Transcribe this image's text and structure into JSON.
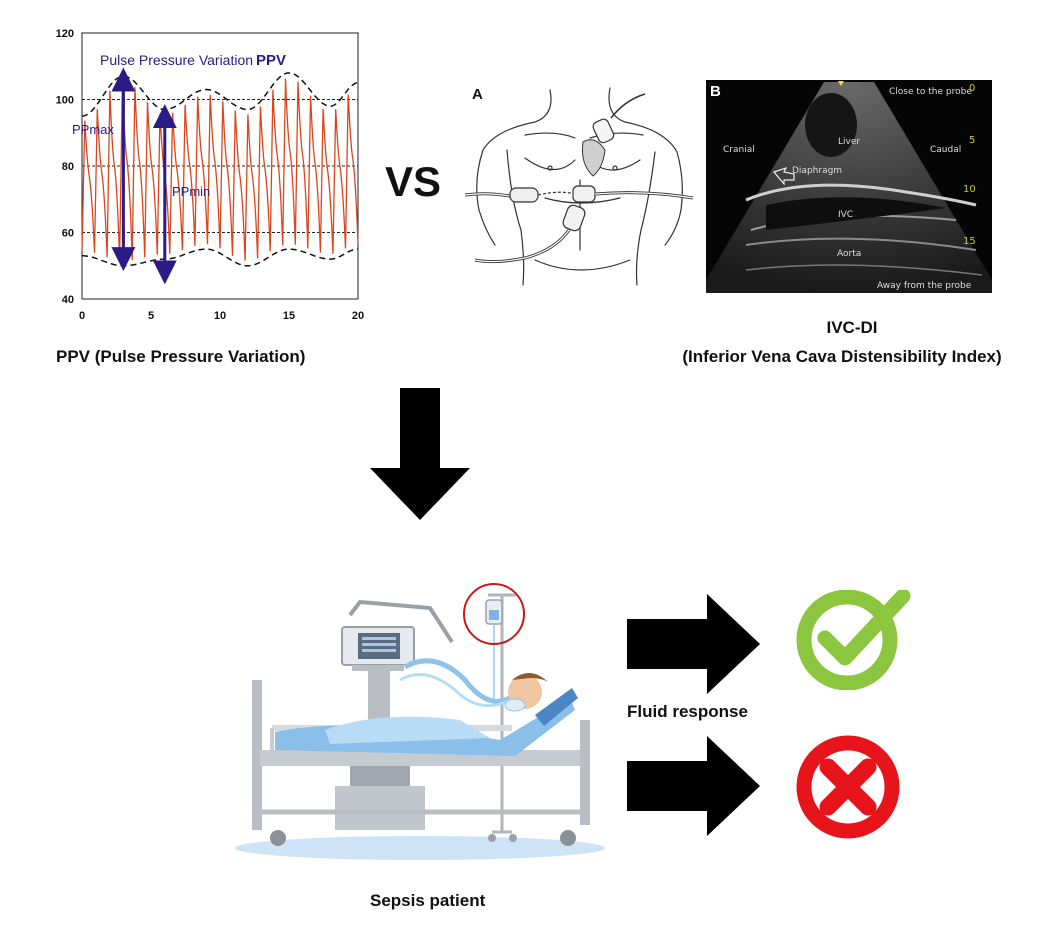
{
  "ppv_panel": {
    "chart_data": {
      "type": "line",
      "x": [
        0,
        5,
        10,
        15,
        20
      ],
      "y_ticks": [
        40,
        60,
        80,
        100,
        120
      ],
      "xlim": [
        0,
        20
      ],
      "ylim": [
        40,
        120
      ],
      "reference_lines_y": [
        60,
        80,
        100
      ],
      "pulse_count": 22,
      "upper_envelope": [
        [
          0,
          95
        ],
        [
          3,
          107
        ],
        [
          6,
          97
        ],
        [
          9,
          103
        ],
        [
          12,
          97
        ],
        [
          15,
          108
        ],
        [
          18,
          98
        ],
        [
          20,
          105
        ]
      ],
      "lower_envelope": [
        [
          0,
          53
        ],
        [
          3,
          50
        ],
        [
          6,
          52
        ],
        [
          9,
          55
        ],
        [
          12,
          50
        ],
        [
          15,
          55
        ],
        [
          18,
          52
        ],
        [
          20,
          55
        ]
      ],
      "waveform_color": "#d9461c",
      "annotation_color": "#2c1a87",
      "title_text": "Pulse Pressure Variation",
      "title_bold": "PPV",
      "label_ppmax": "PPmax",
      "label_ppmin": "PPmin",
      "ppmax_arrow": {
        "x": 3,
        "from": 106,
        "to": 52
      },
      "ppmin_arrow": {
        "x": 6,
        "from": 95,
        "to": 48
      },
      "grid": false
    },
    "caption": "PPV (Pulse Pressure Variation)"
  },
  "vs_label": "VS",
  "ivc_panel": {
    "label_a": "A",
    "label_b": "B",
    "ultrasound": {
      "close_to_probe": "Close to the probe",
      "away_from_probe": "Away from the probe",
      "cranial": "Cranial",
      "caudal": "Caudal",
      "liver": "Liver",
      "diaphragm": "Diaphragm",
      "ivc": "IVC",
      "aorta": "Aorta",
      "depth_scale": [
        "0",
        "5",
        "10",
        "15"
      ]
    },
    "caption_line1": "IVC-DI",
    "caption_line2": "(Inferior Vena Cava Distensibility Index)"
  },
  "outcome": {
    "fluid_response_label": "Fluid response",
    "positive_color": "#8cc63f",
    "negative_color": "#e8141c"
  },
  "patient_caption": "Sepsis patient"
}
